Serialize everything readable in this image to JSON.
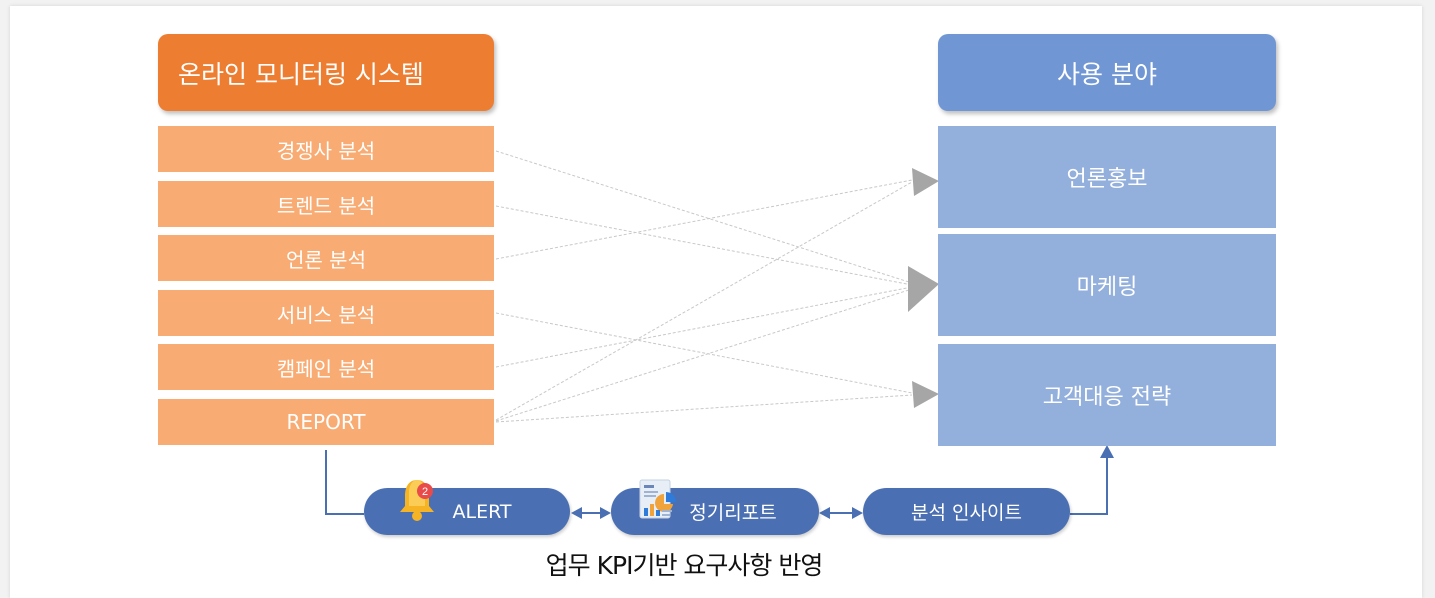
{
  "left_header": "온라인 모니터링 시스템",
  "right_header": "사용 분야",
  "left_items": [
    "경쟁사 분석",
    "트렌드 분석",
    "언론 분석",
    "서비스 분석",
    "캠페인 분석",
    "REPORT"
  ],
  "right_items": [
    "언론홍보",
    "마케팅",
    "고객대응 전략"
  ],
  "flow": {
    "alert": "ALERT",
    "alert_badge": "2",
    "report": "정기리포트",
    "insight": "분석 인사이트"
  },
  "caption": "업무 KPI기반 요구사항 반영",
  "colors": {
    "left_header": "#ed7d31",
    "left_item": "#f8ab72",
    "right_header": "#7097d4",
    "right_item": "#93afdc",
    "pill": "#4a6fb2",
    "arrow_gray": "#a6a6a6"
  }
}
